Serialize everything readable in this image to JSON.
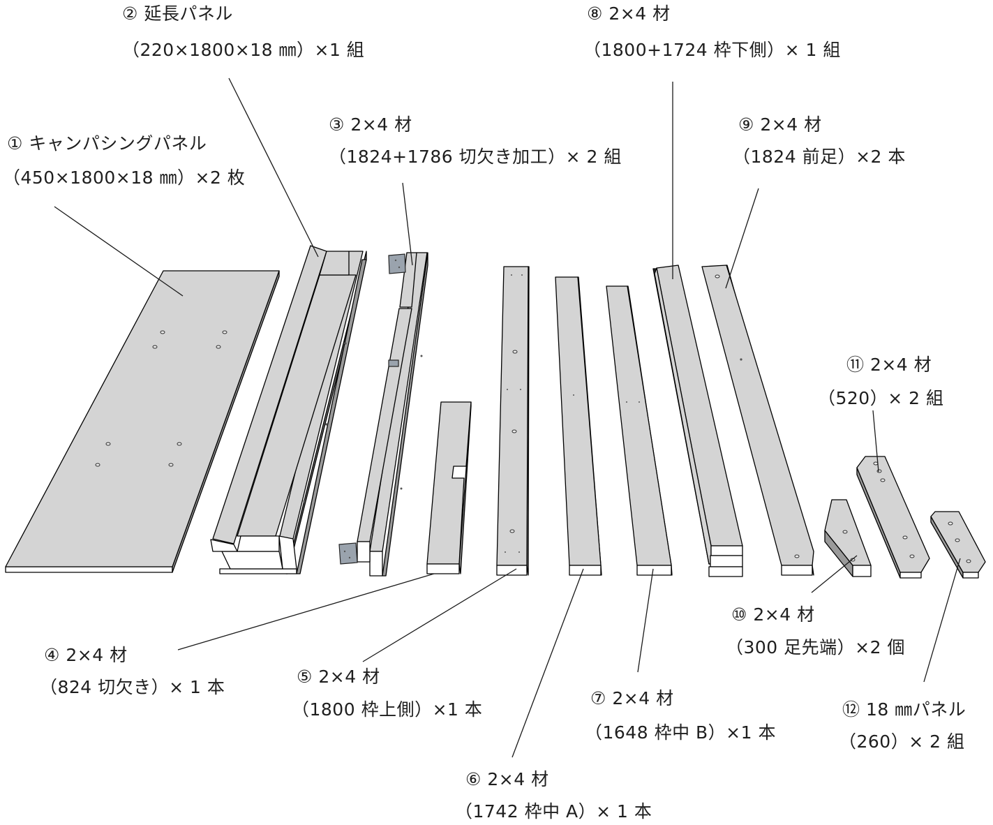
{
  "parts": [
    {
      "id": "p1",
      "title": "① キャンパシングパネル",
      "spec": "（450×1800×18 ㎜）×2 枚"
    },
    {
      "id": "p2",
      "title": "② 延長パネル",
      "spec": "（220×1800×18 ㎜）×1 組"
    },
    {
      "id": "p3",
      "title": "③ 2×4 材",
      "spec": "（1824+1786 切欠き加工）× 2 組"
    },
    {
      "id": "p4",
      "title": "④ 2×4 材",
      "spec": "（824 切欠き）× 1 本"
    },
    {
      "id": "p5",
      "title": "⑤ 2×4 材",
      "spec": "（1800 枠上側）×1 本"
    },
    {
      "id": "p6",
      "title": "⑥ 2×4 材",
      "spec": "（1742 枠中 A）× 1 本"
    },
    {
      "id": "p7",
      "title": "⑦ 2×4 材",
      "spec": "（1648 枠中 B）×1 本"
    },
    {
      "id": "p8",
      "title": "⑧ 2×4 材",
      "spec": "（1800+1724 枠下側）× 1 組"
    },
    {
      "id": "p9",
      "title": "⑨ 2×4 材",
      "spec": "（1824 前足）×2 本"
    },
    {
      "id": "p10",
      "title": "⑩ 2×4 材",
      "spec": "（300 足先端）×2 個"
    },
    {
      "id": "p11",
      "title": "⑪ 2×4 材",
      "spec": "（520）× 2 組"
    },
    {
      "id": "p12",
      "title": "⑫ 18 ㎜パネル",
      "spec": "（260）× 2 組"
    }
  ],
  "colors": {
    "face": "#d4d4d4",
    "side": "#9a9a9a",
    "end": "#ffffff",
    "outline": "#000000",
    "hardware": "#9aa3ad"
  }
}
